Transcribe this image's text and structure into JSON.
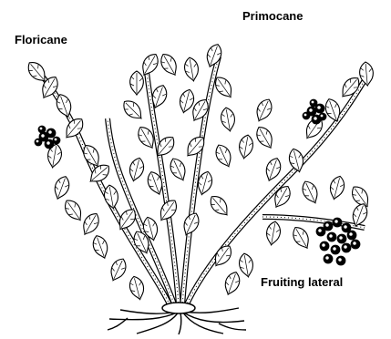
{
  "labels": {
    "floricane": "Floricane",
    "primocane": "Primocane",
    "fruiting_lateral": "Fruiting lateral"
  },
  "colors": {
    "ink": "#000000",
    "background": "#ffffff"
  }
}
